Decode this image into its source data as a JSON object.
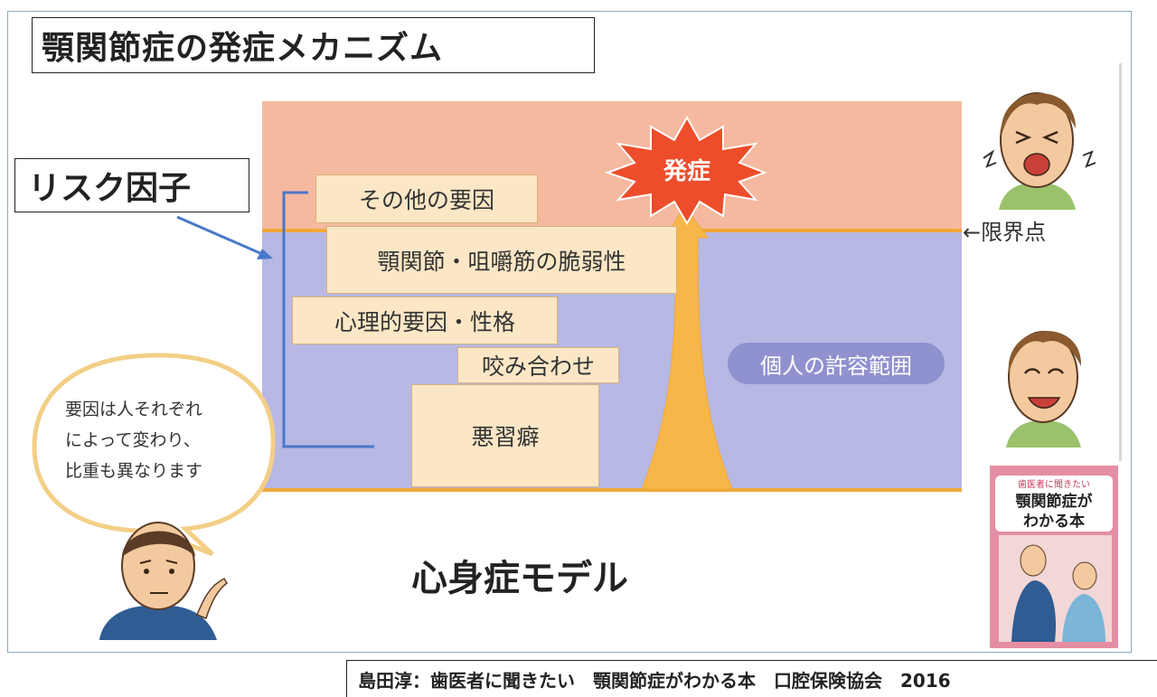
{
  "title": "顎関節症の発症メカニズム",
  "risk_label": "リスク因子",
  "onset": "発症",
  "factors": [
    {
      "label": "その他の要因"
    },
    {
      "label": "顎関節・咀嚼筋の脆弱性"
    },
    {
      "label": "心理的要因・性格"
    },
    {
      "label": "咬み合わせ"
    },
    {
      "label": "悪習癖"
    }
  ],
  "limit_point": "←限界点",
  "tolerance": "個人の許容範囲",
  "model_title": "心身症モデル",
  "speech_bubble": [
    "要因は人それぞれ",
    "によって変わり、",
    "比重も異なります"
  ],
  "book": {
    "line1": "歯医者に聞きたい",
    "line2": "顎関節症が",
    "line3": "わかる本"
  },
  "citation": "島田淳：歯医者に聞きたい　顎関節症がわかる本　口腔保険協会　2016",
  "colors": {
    "above_limit": "#f5b9a0",
    "tolerance_zone": "#b7b8e3",
    "limit_line": "#f0a93a",
    "factor_box": "#fbe7c6",
    "onset_burst": "#ee4d2b",
    "connector": "#4a78c9",
    "tolerance_pill": "#8f92cf"
  }
}
